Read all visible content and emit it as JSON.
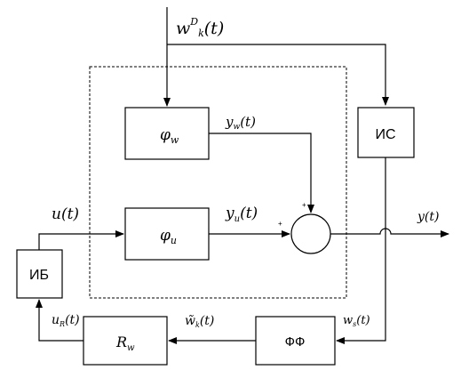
{
  "blocks": {
    "phi_w": {
      "base": "φ",
      "sub": "w"
    },
    "phi_u": {
      "base": "φ",
      "sub": "u"
    },
    "is": "ИС",
    "ib": "ИБ",
    "ff": "ФФ",
    "r_w": {
      "base": "R",
      "sub": "w"
    }
  },
  "signals": {
    "w_input": {
      "base": "w",
      "sup": "D",
      "sub": "k",
      "arg": "(t)"
    },
    "y_w": {
      "base": "y",
      "sub": "w",
      "arg": "(t)"
    },
    "y_u": {
      "base": "y",
      "sub": "u",
      "arg": "(t)"
    },
    "u": {
      "base": "u",
      "arg": "(t)"
    },
    "y": {
      "base": "y",
      "arg": "(t)"
    },
    "w_s": {
      "base": "w",
      "sub": "s",
      "arg": "(t)"
    },
    "w_tilde": {
      "base": "w̃",
      "sub": "k",
      "arg": "(t)"
    },
    "u_r": {
      "base": "u",
      "sub": "R",
      "arg": "(t)"
    }
  },
  "sum_signs": {
    "top": "+",
    "left": "+"
  }
}
